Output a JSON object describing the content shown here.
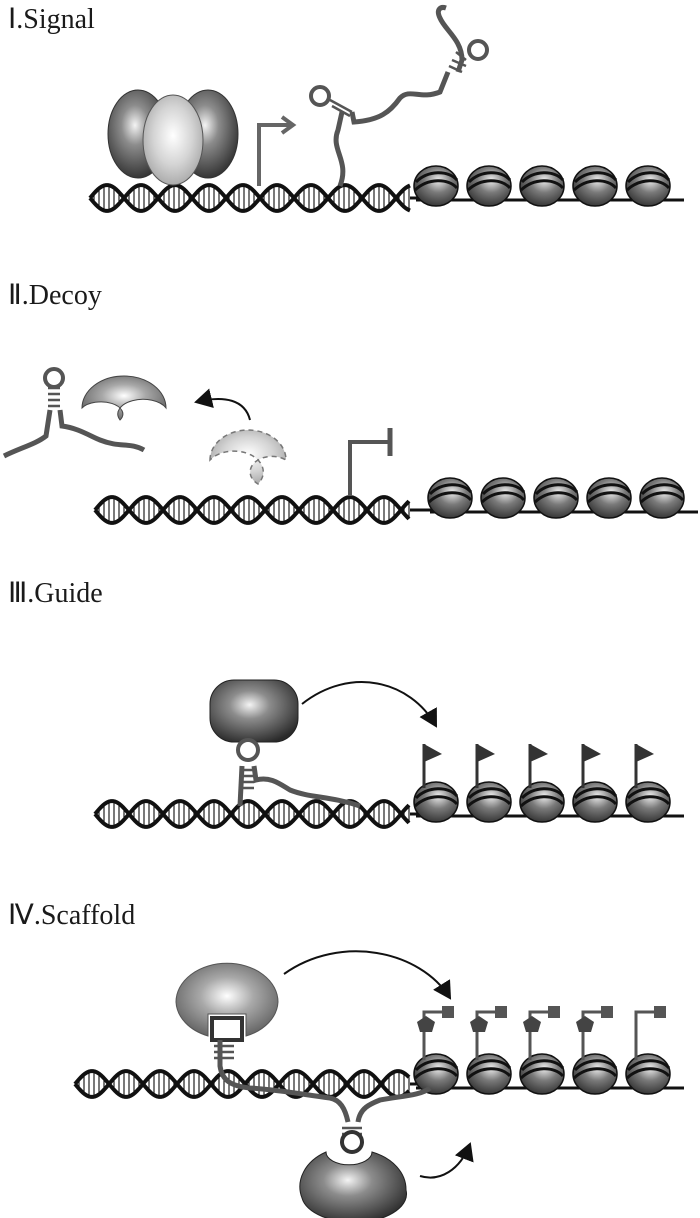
{
  "panels": [
    {
      "id": "signal",
      "label": "Ⅰ.Signal"
    },
    {
      "id": "decoy",
      "label": "Ⅱ.Decoy"
    },
    {
      "id": "guide",
      "label": "Ⅲ.Guide"
    },
    {
      "id": "scaffold",
      "label": "Ⅳ.Scaffold"
    }
  ],
  "colors": {
    "rna": "#555555",
    "dna": "#111111",
    "nucleosome": "#6f6f6f",
    "protein_dark": "#3c3c3c",
    "protein_mid": "#8a8a8a",
    "protein_light": "#cfcfcf"
  },
  "icons": [
    "dna-helix",
    "nucleosome",
    "transcription-arrow",
    "repression-bar",
    "lncrna-hairpin",
    "histone-mark-flag",
    "histone-mark-square",
    "histone-mark-pentagon",
    "curved-arrow"
  ]
}
